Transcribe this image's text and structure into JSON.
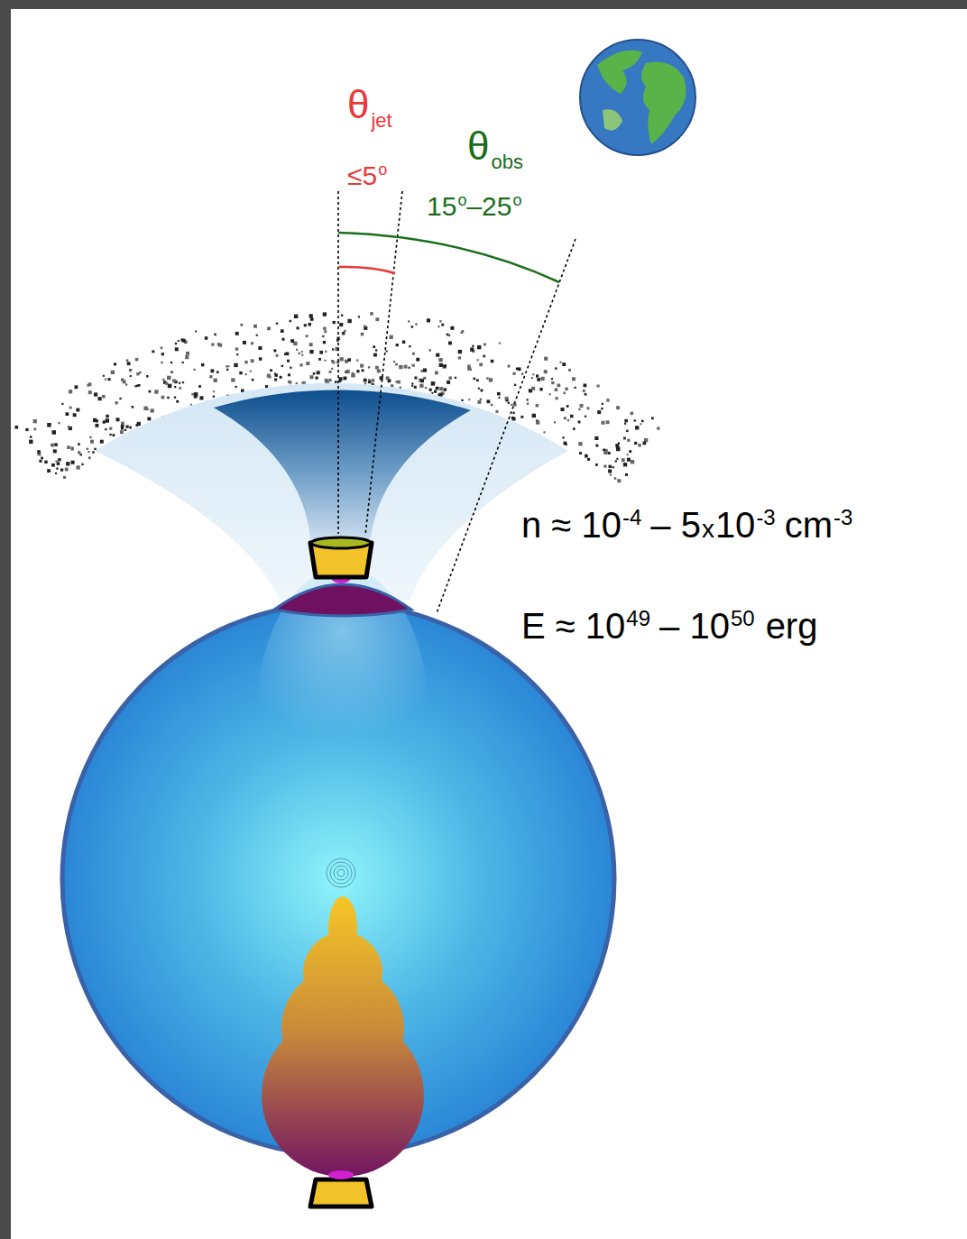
{
  "diagram": {
    "labels": [
      "θ",
      "jet",
      "≤5",
      "o",
      "θ",
      "obs",
      "15",
      "o",
      "–25",
      "o",
      "n ≈ 10",
      "-4",
      "– 5",
      "x",
      "10",
      "-3",
      "cm",
      "-3",
      "E ≈ 10",
      "49",
      "– 10",
      "50",
      "erg"
    ]
  }
}
